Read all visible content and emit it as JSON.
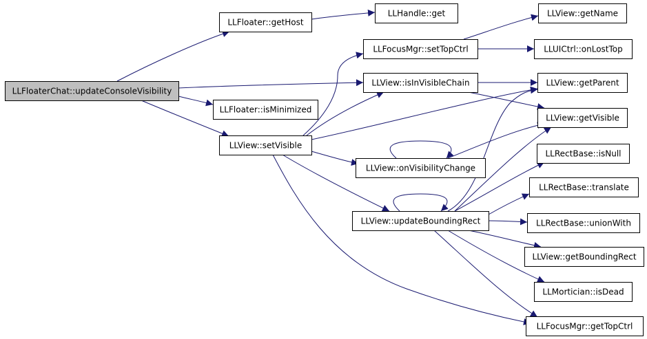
{
  "graph": {
    "colors": {
      "edge": "#191970",
      "node_fill": "#ffffff",
      "root_fill": "#bfbfbf",
      "stroke": "#000000"
    },
    "nodes": [
      {
        "id": "updateConsoleVisibility",
        "label": "LLFloaterChat::updateConsoleVisibility",
        "root": true
      },
      {
        "id": "getHost",
        "label": "LLFloater::getHost"
      },
      {
        "id": "handleGet",
        "label": "LLHandle::get"
      },
      {
        "id": "isMinimized",
        "label": "LLFloater::isMinimized"
      },
      {
        "id": "setVisible",
        "label": "LLView::setVisible"
      },
      {
        "id": "setTopCtrl",
        "label": "LLFocusMgr::setTopCtrl"
      },
      {
        "id": "isInVisibleChain",
        "label": "LLView::isInVisibleChain"
      },
      {
        "id": "onVisibilityChange",
        "label": "LLView::onVisibilityChange"
      },
      {
        "id": "updateBoundingRect",
        "label": "LLView::updateBoundingRect"
      },
      {
        "id": "getName",
        "label": "LLView::getName"
      },
      {
        "id": "onLostTop",
        "label": "LLUICtrl::onLostTop"
      },
      {
        "id": "getParent",
        "label": "LLView::getParent"
      },
      {
        "id": "getVisible",
        "label": "LLView::getVisible"
      },
      {
        "id": "isNull",
        "label": "LLRectBase::isNull"
      },
      {
        "id": "translate",
        "label": "LLRectBase::translate"
      },
      {
        "id": "unionWith",
        "label": "LLRectBase::unionWith"
      },
      {
        "id": "getBoundingRect",
        "label": "LLView::getBoundingRect"
      },
      {
        "id": "isDead",
        "label": "LLMortician::isDead"
      },
      {
        "id": "getTopCtrl",
        "label": "LLFocusMgr::getTopCtrl"
      }
    ],
    "edges": [
      {
        "from": "updateConsoleVisibility",
        "to": "getHost"
      },
      {
        "from": "updateConsoleVisibility",
        "to": "isInVisibleChain"
      },
      {
        "from": "updateConsoleVisibility",
        "to": "isMinimized"
      },
      {
        "from": "updateConsoleVisibility",
        "to": "setVisible"
      },
      {
        "from": "getHost",
        "to": "handleGet"
      },
      {
        "from": "setTopCtrl",
        "to": "getName"
      },
      {
        "from": "setTopCtrl",
        "to": "onLostTop"
      },
      {
        "from": "isInVisibleChain",
        "to": "getParent"
      },
      {
        "from": "isInVisibleChain",
        "to": "getVisible"
      },
      {
        "from": "setVisible",
        "to": "setTopCtrl"
      },
      {
        "from": "setVisible",
        "to": "isInVisibleChain"
      },
      {
        "from": "setVisible",
        "to": "getParent"
      },
      {
        "from": "setVisible",
        "to": "onVisibilityChange"
      },
      {
        "from": "setVisible",
        "to": "updateBoundingRect"
      },
      {
        "from": "setVisible",
        "to": "getTopCtrl"
      },
      {
        "from": "onVisibilityChange",
        "to": "onVisibilityChange"
      },
      {
        "from": "onVisibilityChange",
        "to": "getVisible"
      },
      {
        "from": "updateBoundingRect",
        "to": "updateBoundingRect"
      },
      {
        "from": "updateBoundingRect",
        "to": "getParent"
      },
      {
        "from": "updateBoundingRect",
        "to": "getVisible"
      },
      {
        "from": "updateBoundingRect",
        "to": "isNull"
      },
      {
        "from": "updateBoundingRect",
        "to": "translate"
      },
      {
        "from": "updateBoundingRect",
        "to": "unionWith"
      },
      {
        "from": "updateBoundingRect",
        "to": "getBoundingRect"
      },
      {
        "from": "updateBoundingRect",
        "to": "isDead"
      },
      {
        "from": "updateBoundingRect",
        "to": "getTopCtrl"
      }
    ]
  }
}
